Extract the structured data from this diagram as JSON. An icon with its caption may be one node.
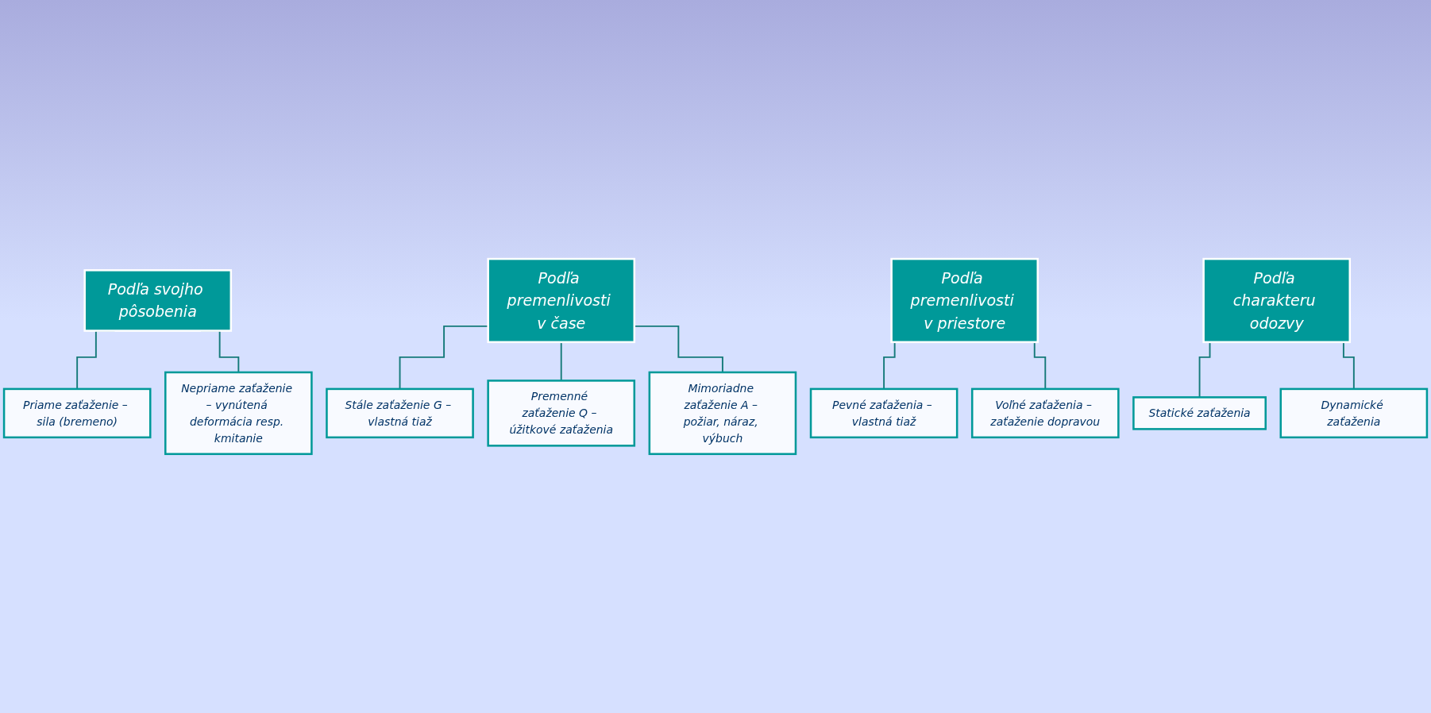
{
  "diagram": {
    "nodes": [
      {
        "text": [
          "Podľa svojho pôsobenia"
        ]
      },
      {
        "text": [
          "Priame zaťaženie – sila (bremeno)"
        ]
      },
      {
        "text": [
          "Nepriame zaťaženie – vynútená deformácia resp. kmitanie"
        ]
      },
      {
        "text": [
          "Podľa premenlivosti v čase"
        ]
      },
      {
        "text": [
          "Stále zaťaženie G – vlastná tiaž"
        ]
      },
      {
        "text": [
          "Premenné zaťaženie Q – úžitkové zaťaženia"
        ]
      },
      {
        "text": [
          "Mimoriadne zaťaženie A – požiar, náraz, výbuch"
        ]
      },
      {
        "text": [
          "Podľa premenlivosti v priestore"
        ]
      },
      {
        "text": [
          "Pevné zaťaženia – vlastná tiaž"
        ]
      },
      {
        "text": [
          "Voľné zaťaženia – zaťaženie dopravou"
        ]
      },
      {
        "text": [
          "Podľa charakteru odozvy"
        ]
      },
      {
        "text": [
          "Statické zaťaženia"
        ]
      },
      {
        "text": [
          "Dynamické zaťaženia"
        ]
      }
    ],
    "edges": [
      {
        "from": 0,
        "to": 1,
        "arrow": "none"
      },
      {
        "from": 0,
        "to": 2,
        "arrow": "none"
      },
      {
        "from": 3,
        "to": 4,
        "arrow": "none"
      },
      {
        "from": 3,
        "to": 5,
        "arrow": "none"
      },
      {
        "from": 3,
        "to": 6,
        "arrow": "none"
      },
      {
        "from": 7,
        "to": 8,
        "arrow": "none"
      },
      {
        "from": 7,
        "to": 9,
        "arrow": "none"
      },
      {
        "from": 10,
        "to": 11,
        "arrow": "none"
      },
      {
        "from": 10,
        "to": 12,
        "arrow": "none"
      }
    ]
  }
}
